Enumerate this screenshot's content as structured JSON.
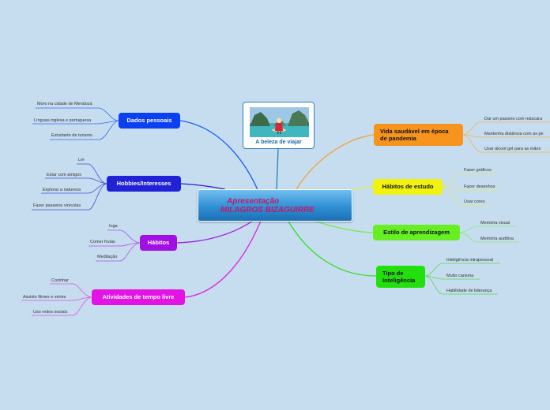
{
  "central": {
    "line1": "Apresentação",
    "line2": "MILAGROS BIZAGUIRRE"
  },
  "image_card": {
    "caption": "A beleza de viajar"
  },
  "branches": {
    "dados_pessoais": {
      "label": "Dados pessoais",
      "color": "#0a3ff2",
      "items": [
        "Moro na cidade de Mendoza",
        "Línguas inglesa e portuguesa",
        "Estudante de turismo"
      ]
    },
    "hobbies": {
      "label": "Hobbies/Interesses",
      "color": "#2121d6",
      "items": [
        "Ler",
        "Estar com amigos",
        "Explorar a natureza",
        "Fazer passeios vinícolas"
      ]
    },
    "habitos": {
      "label": "Hábitos",
      "color": "#a20ee6",
      "items": [
        "Ioga",
        "Comer frutas",
        "Meditação"
      ]
    },
    "atividades": {
      "label": "Atividades de tempo livre",
      "color": "#e313e6",
      "items": [
        "Cozinhar",
        "Assisto filmes e séries",
        "Uso redes sociais"
      ]
    },
    "vida_saudavel": {
      "label": "Vida saudável em época de pandemia",
      "color": "#f7941d",
      "items": [
        "Dar um passeio com máscara",
        "Mantenha distância com as pe",
        "Usar álcool gel para as mãos"
      ]
    },
    "habitos_estudo": {
      "label": "Hábitos de estudo",
      "color": "#f2f20f",
      "items": [
        "Fazer gráficos",
        "Fazer desenhos",
        "Usar cores"
      ]
    },
    "estilo": {
      "label": "Estilo de aprendizagem",
      "color": "#66ef22",
      "items": [
        "Memória visual",
        "Memória auditiva"
      ]
    },
    "tipo": {
      "label": "Tipo de Inteligência",
      "color": "#22e00d",
      "items": [
        "Inteligência intrapessoal",
        "Muito carisma",
        "Habilidade de liderança"
      ]
    }
  }
}
